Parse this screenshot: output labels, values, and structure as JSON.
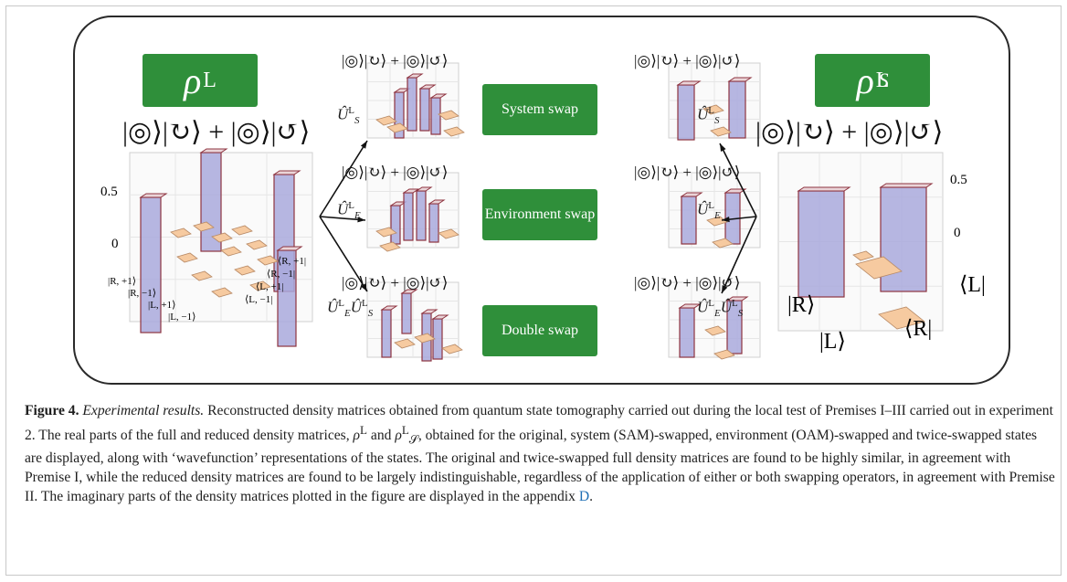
{
  "panel": {
    "rho_full": {
      "base": "ρ",
      "sup": "L",
      "sub": ""
    },
    "rho_reduced": {
      "base": "ρ",
      "sup": "L",
      "sub": "S"
    },
    "wavefunction": "|◎⟩|↻⟩ + |◎⟩|↺⟩",
    "swap_labels": [
      "System swap",
      "Environment swap",
      "Double swap"
    ],
    "operators": {
      "system": {
        "base": "Û",
        "sup": "L",
        "sub": "S"
      },
      "environment": {
        "base": "Û",
        "sup": "L",
        "sub": "E"
      },
      "double": "Û",
      "double_sup_sub": [
        "L",
        "E",
        "L",
        "S"
      ]
    },
    "full_axis": {
      "z_ticks": [
        "0.5",
        "0"
      ],
      "row_labels": [
        "|R, +1⟩",
        "|R, −1⟩",
        "|L, +1⟩",
        "|L, −1⟩"
      ],
      "col_labels": [
        "⟨R, +1|",
        "⟨R, −1|",
        "⟨L, +1|",
        "⟨L, −1|"
      ]
    },
    "reduced_axis": {
      "z_ticks": [
        "0.5",
        "0"
      ],
      "row_labels": [
        "|R⟩",
        "|L⟩"
      ],
      "col_labels": [
        "⟨L|",
        "⟨R|"
      ]
    },
    "colors": {
      "green": "#2f8f3a",
      "bar_face": "#a9a9dc",
      "bar_edge": "#8e3440",
      "tile": "#f6caa0"
    }
  },
  "caption": {
    "label": "Figure 4.",
    "italic_title": "Experimental results.",
    "text_1": " Reconstructed density matrices obtained from quantum state tomography carried out during the local test of Premises I–III carried out in experiment 2. The real parts of the full and reduced density matrices, ",
    "rho_full": "ρ",
    "rho_full_sup": "L",
    "and": " and ",
    "rho_reduced": "ρ",
    "rho_reduced_sup": "L",
    "rho_reduced_sub": "𝒮",
    "text_2": ", obtained for the original, system (SAM)-swapped, environment (OAM)-swapped and twice-swapped states are displayed, along with ‘wavefunction’ representations of the states. The original and twice-swapped full density matrices are found to be highly similar, in agreement with Premise I, while the reduced density matrices are found to be largely indistinguishable, regardless of the application of either or both swapping operators, in agreement with Premise II. The imaginary parts of the density matrices plotted in the figure are displayed in the appendix ",
    "appendix_link": "D",
    "end": "."
  }
}
